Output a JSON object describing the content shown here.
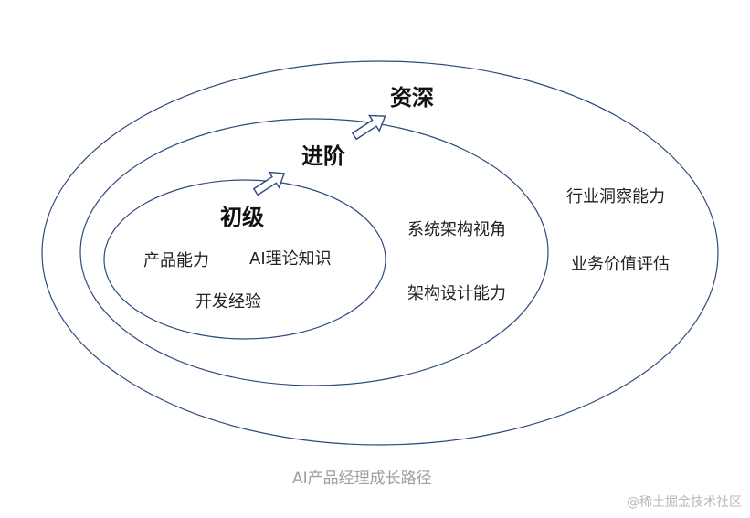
{
  "diagram": {
    "caption": "AI产品经理成长路径",
    "watermark": "@稀土掘金技术社区",
    "stroke_color": "#2e4a7d",
    "levels": {
      "senior": {
        "title": "资深",
        "skills": [
          "行业洞察能力",
          "业务价值评估"
        ]
      },
      "advanced": {
        "title": "进阶",
        "skills": [
          "系统架构视角",
          "架构设计能力"
        ]
      },
      "junior": {
        "title": "初级",
        "skills": [
          "产品能力",
          "AI理论知识",
          "开发经验"
        ]
      }
    }
  }
}
